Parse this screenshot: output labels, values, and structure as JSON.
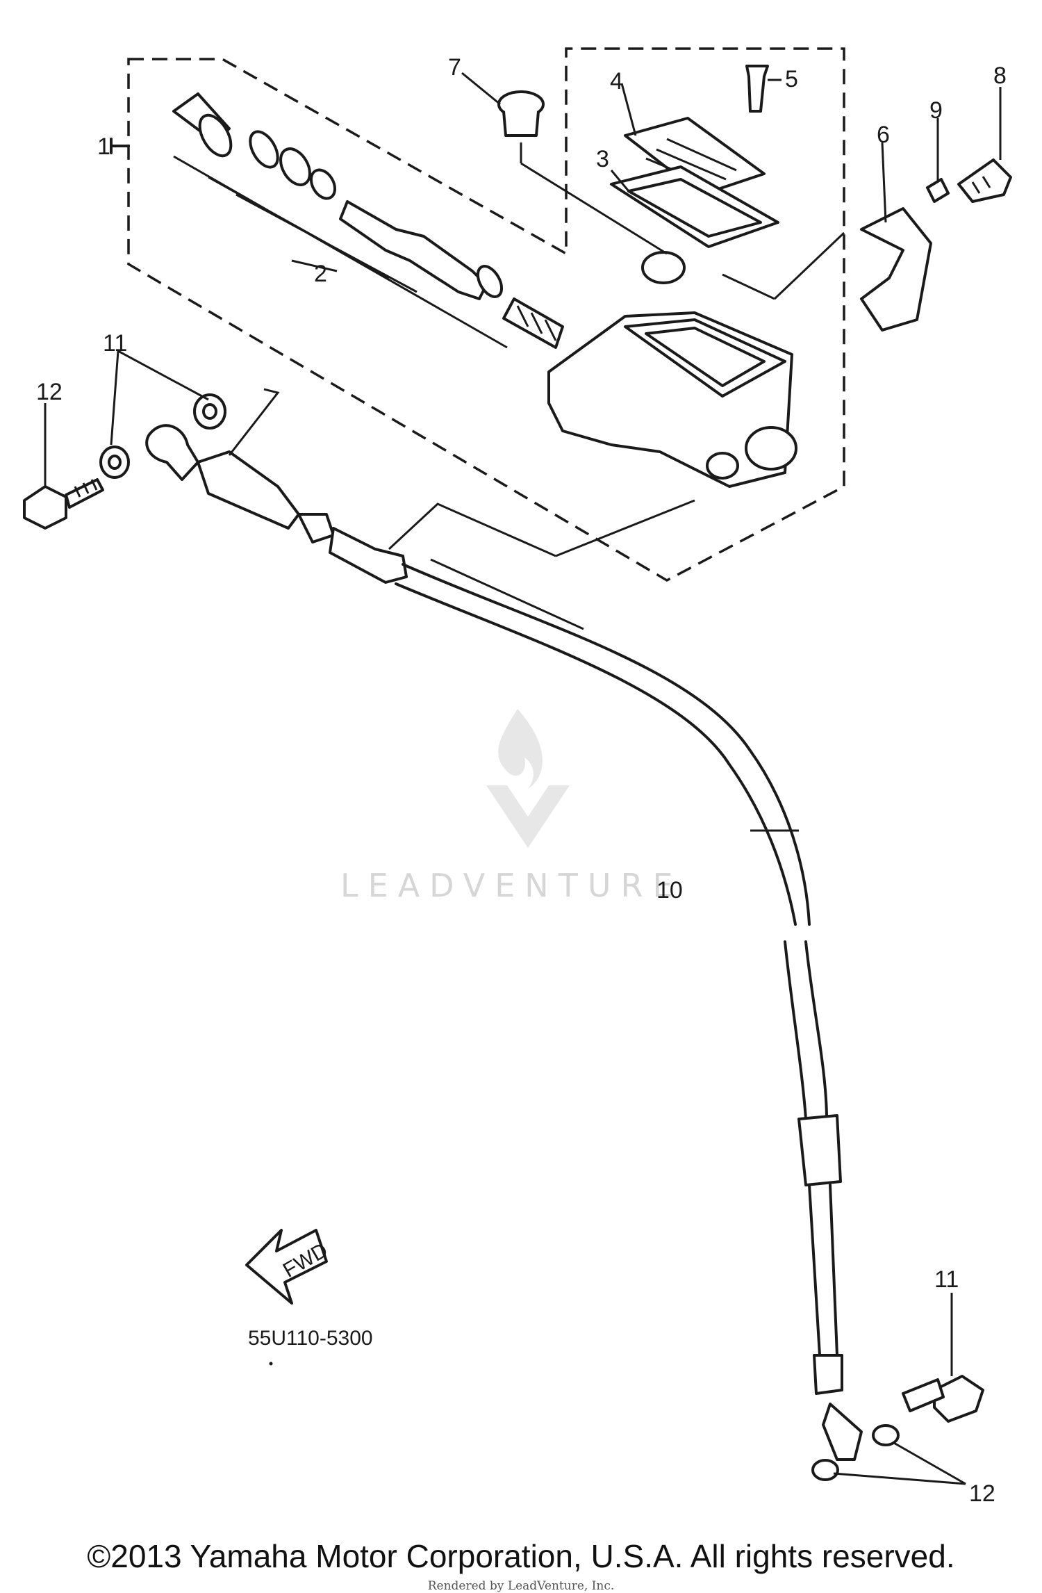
{
  "diagram": {
    "callouts": [
      "1",
      "2",
      "3",
      "4",
      "5",
      "6",
      "7",
      "8",
      "9",
      "10",
      "11",
      "12",
      "11",
      "12"
    ],
    "direction_arrow": "FWD",
    "part_code": "55U110-5300",
    "watermark": "LEADVENTURE",
    "copyright": "©2013 Yamaha Motor Corporation, U.S.A. All rights reserved.",
    "rendered_by": "Rendered by LeadVenture, Inc."
  }
}
